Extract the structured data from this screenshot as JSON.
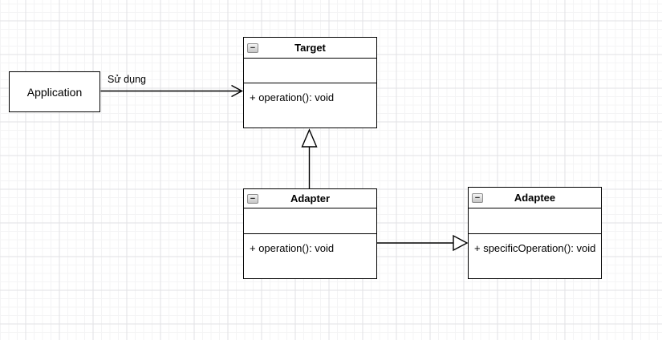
{
  "canvas": {
    "background": "#ffffff",
    "grid_minor_color": "#f4f4f5",
    "grid_major_color": "#e2e2e4",
    "stroke_color": "#000000",
    "node_fill_color": "#ffffff"
  },
  "nodes": {
    "application": {
      "label": "Application"
    },
    "target": {
      "title": "Target",
      "methods": "+ operation(): void"
    },
    "adapter": {
      "title": "Adapter",
      "methods": "+ operation(): void"
    },
    "adaptee": {
      "title": "Adaptee",
      "methods": "+ specificOperation(): void"
    }
  },
  "edges": {
    "uses": {
      "label": "Sử dụng",
      "style": "open-arrow"
    },
    "inheritance": {
      "style": "hollow-triangle-up"
    },
    "association": {
      "style": "hollow-triangle-right"
    }
  },
  "icons": {
    "collapse_glyph": "−"
  }
}
